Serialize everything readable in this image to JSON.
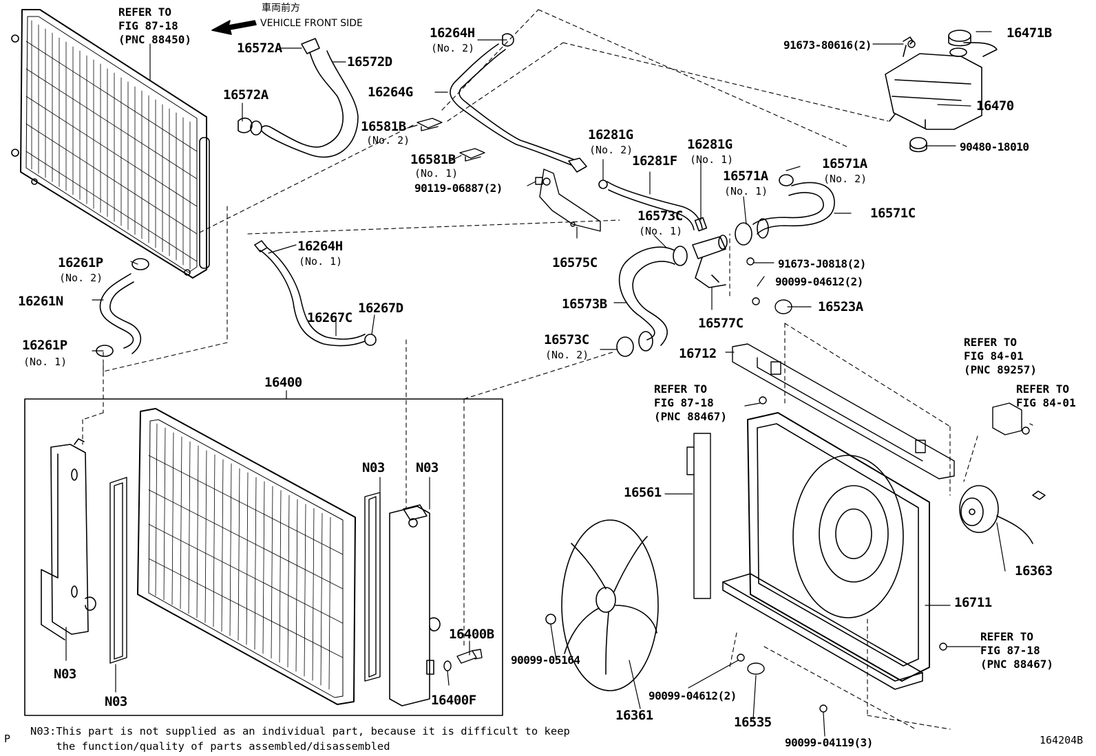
{
  "diagram_code": "164204B",
  "corner_mark": "P",
  "direction": {
    "jp": "車両前方",
    "en": "VEHICLE FRONT SIDE"
  },
  "refs": {
    "condenser": "REFER TO\nFIG 87-18\n(PNC 88450)",
    "shroud_seal": "REFER TO\nFIG 87-18\n(PNC 88467)",
    "relay": "REFER TO\nFIG 84-01\n(PNC 89257)",
    "fig8401": "REFER TO\nFIG 84-01",
    "bottom_right": "REFER TO\nFIG 87-18\n(PNC 88467)"
  },
  "parts": {
    "p16264H_top": "16264H",
    "p16264H_top_no": "(No. 2)",
    "p16572A_top": "16572A",
    "p16572D": "16572D",
    "p16572A_mid": "16572A",
    "p16264G": "16264G",
    "p16581B_top": "16581B",
    "p16581B_top_no": "(No. 2)",
    "p16581B_bot": "16581B",
    "p16581B_bot_no": "(No. 1)",
    "p90119": "90119-06887(2)",
    "p16281G_a": "16281G",
    "p16281G_a_no": "(No. 2)",
    "p16281G_b": "16281G",
    "p16281G_b_no": "(No. 1)",
    "p16281F": "16281F",
    "p16571A_a": "16571A",
    "p16571A_a_no": "(No. 1)",
    "p16571A_b": "16571A",
    "p16571A_b_no": "(No. 2)",
    "p16571C": "16571C",
    "p91673_80616": "91673-80616(2)",
    "p16471B": "16471B",
    "p16470": "16470",
    "p90480": "90480-18010",
    "p16575C": "16575C",
    "p16573C_a": "16573C",
    "p16573C_a_no": "(No. 1)",
    "p91673_J0818": "91673-J0818(2)",
    "p90099_04612_top": "90099-04612(2)",
    "p16523A": "16523A",
    "p16577C": "16577C",
    "p16573B": "16573B",
    "p16573C_b": "16573C",
    "p16573C_b_no": "(No. 2)",
    "p16712": "16712",
    "p16264H_mid": "16264H",
    "p16264H_mid_no": "(No. 1)",
    "p16267C": "16267C",
    "p16267D": "16267D",
    "p16261P_a": "16261P",
    "p16261P_a_no": "(No. 2)",
    "p16261N": "16261N",
    "p16261P_b": "16261P",
    "p16261P_b_no": "(No. 1)",
    "p16400": "16400",
    "n03_1": "N03",
    "n03_2": "N03",
    "n03_3": "N03",
    "n03_4": "N03",
    "p16400B": "16400B",
    "p16400F": "16400F",
    "p16561": "16561",
    "p16363": "16363",
    "p16711": "16711",
    "p90099_05164": "90099-05164",
    "p16361": "16361",
    "p90099_04612_bot": "90099-04612(2)",
    "p16535": "16535",
    "p90099_04119": "90099-04119(3)"
  },
  "footnote": "N03:This part is not supplied as an individual part, because it is difficult to keep\n    the function/quality of parts assembled/disassembled"
}
